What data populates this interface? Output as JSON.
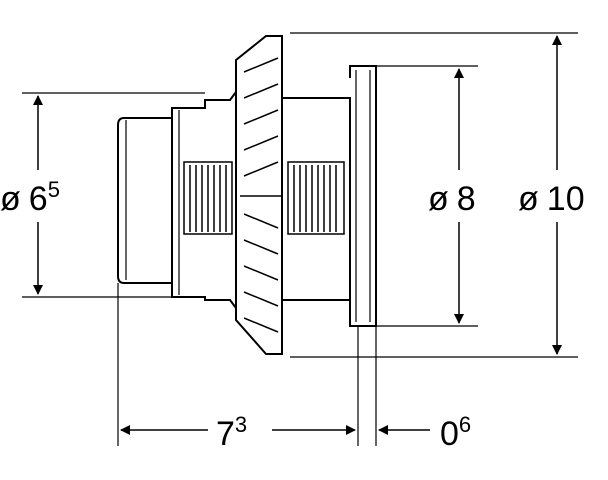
{
  "drawing": {
    "dimensions": {
      "inlet_diameter": {
        "symbol": "ø",
        "main": "6",
        "sup": "5"
      },
      "thread_diameter": {
        "symbol": "ø",
        "main": "8"
      },
      "flange_diameter": {
        "symbol": "ø",
        "main": "10"
      },
      "body_length": {
        "main": "7",
        "sup": "3"
      },
      "flange_thickness": {
        "main": "0",
        "sup": "6"
      }
    }
  }
}
